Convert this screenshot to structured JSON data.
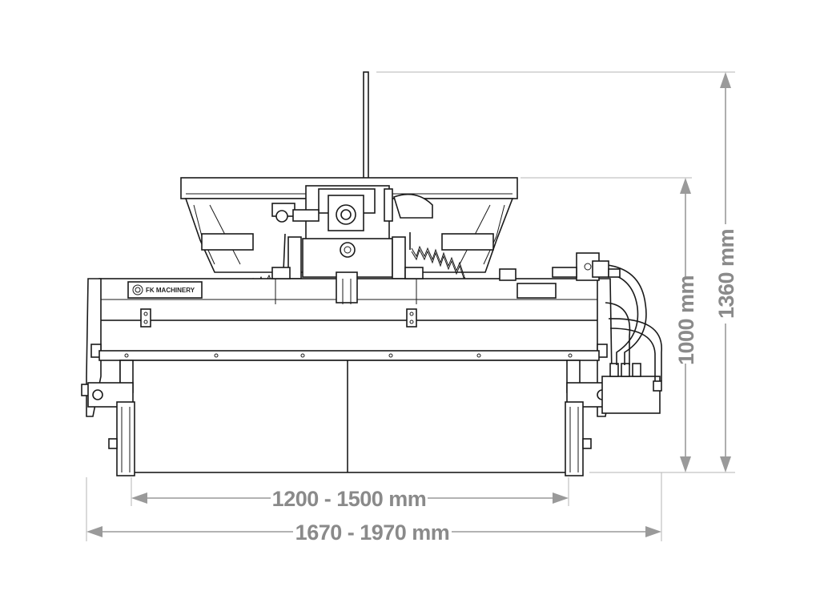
{
  "drawing": {
    "brand_label": "FK MACHINERY",
    "brand_mark": "fk-machinery-logo",
    "line_color": "#1a1a1a",
    "dimension_color": "#9a9a9a"
  },
  "dimensions": {
    "brush_width": "1200 - 1500 mm",
    "total_width": "1670 - 1970 mm",
    "body_height": "1000 mm",
    "total_height": "1360 mm"
  }
}
